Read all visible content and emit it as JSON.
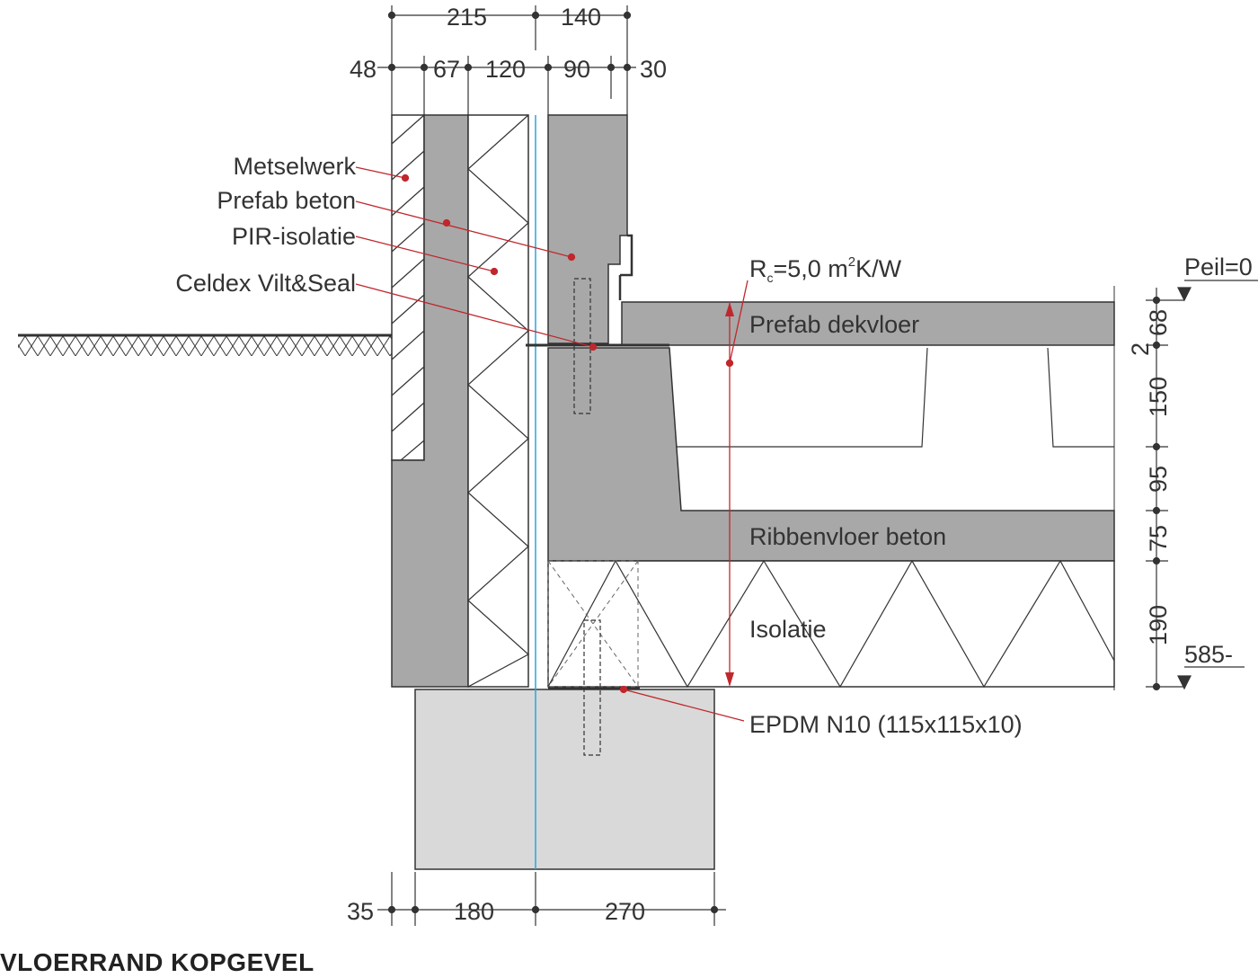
{
  "title": "VLOERRAND KOPGEVEL",
  "labels": {
    "metselwerk": "Metselwerk",
    "prefab_beton": "Prefab beton",
    "pir_isolatie": "PIR-isolatie",
    "celdex": "Celdex Vilt&Seal",
    "rc_prefix": "R",
    "rc_sub": "c",
    "rc_value": "=5,0 m",
    "rc_sup": "2",
    "rc_unit": "K/W",
    "prefab_dekvloer": "Prefab dekvloer",
    "ribbenvloer": "Ribbenvloer beton",
    "isolatie": "Isolatie",
    "epdm": "EPDM N10 (115x115x10)",
    "peil": "Peil=0",
    "level_585": "585-"
  },
  "dimensions": {
    "top_row_1": [
      "215",
      "140"
    ],
    "top_row_2": [
      "48",
      "67",
      "120",
      "90",
      "30"
    ],
    "right_column": [
      "68",
      "2",
      "150",
      "95",
      "75",
      "190"
    ],
    "bottom_row": [
      "35",
      "180",
      "270"
    ]
  },
  "colors": {
    "concrete": "#a8a8a8",
    "footing": "#d9d9d9",
    "leader": "#c0272d",
    "axis": "#2aa6d8",
    "line": "#333333"
  }
}
